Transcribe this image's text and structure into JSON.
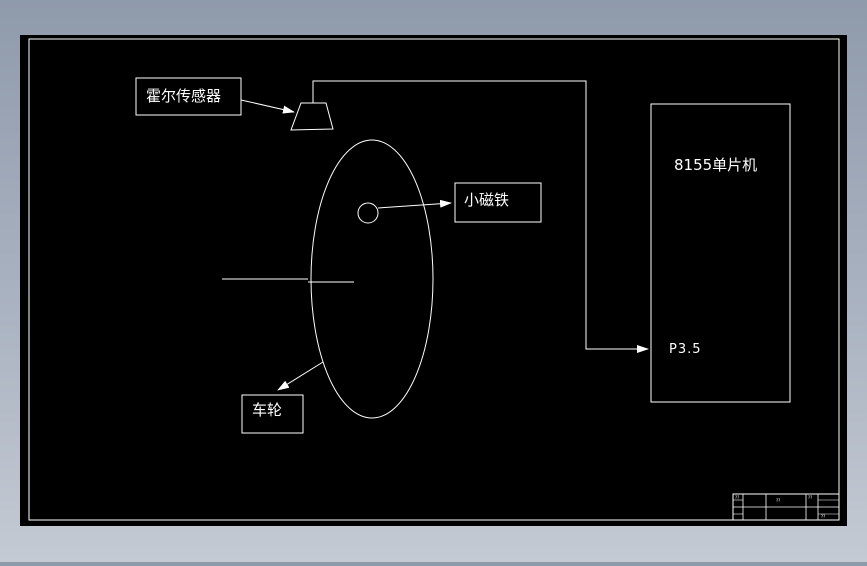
{
  "labels": {
    "hall_sensor": "霍尔传感器",
    "small_magnet": "小磁铁",
    "wheel": "车轮",
    "mcu": "8155单片机",
    "port": "P3.5"
  },
  "title_block": {
    "cells": [
      "??",
      "??",
      "??",
      "??"
    ]
  },
  "colors": {
    "canvas": "#000000",
    "line": "#ffffff",
    "outer_bg_top": "#8f9aab",
    "outer_bg_bottom": "#c4cad3"
  }
}
